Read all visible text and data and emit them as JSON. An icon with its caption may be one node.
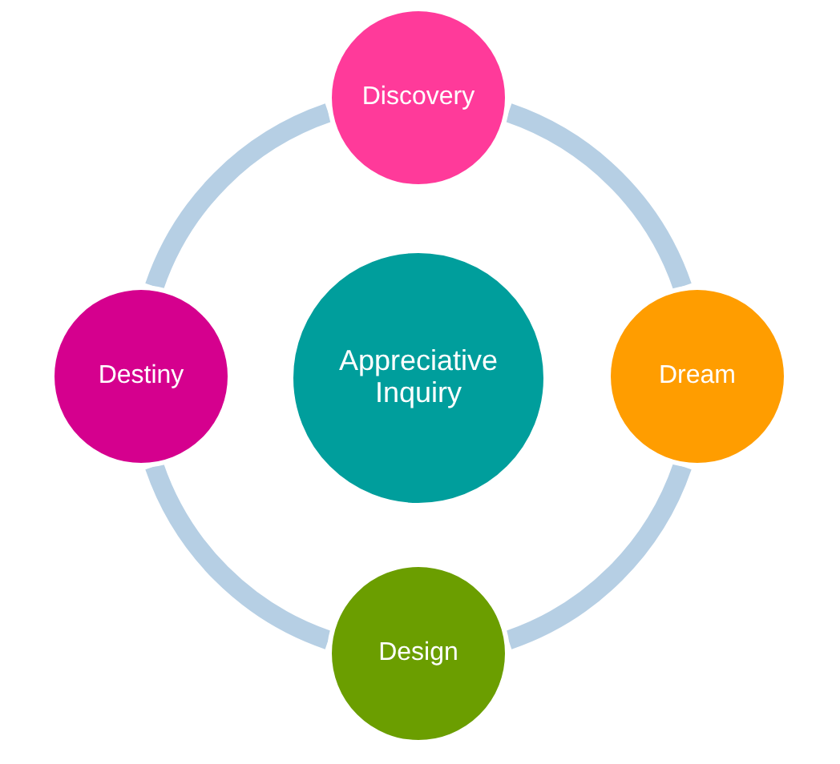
{
  "diagram": {
    "nodes": [
      {
        "text": [
          "Discovery"
        ]
      },
      {
        "text": [
          "Destiny"
        ]
      },
      {
        "text": [
          "Appreciative Inquiry"
        ]
      },
      {
        "text": [
          "Dream"
        ]
      },
      {
        "text": [
          "Design"
        ]
      }
    ],
    "edges": [
      {
        "from": 0,
        "to": 3,
        "arrow": "none"
      },
      {
        "from": 3,
        "to": 4,
        "arrow": "none"
      },
      {
        "from": 4,
        "to": 1,
        "arrow": "none"
      },
      {
        "from": 1,
        "to": 0,
        "arrow": "none"
      }
    ]
  }
}
